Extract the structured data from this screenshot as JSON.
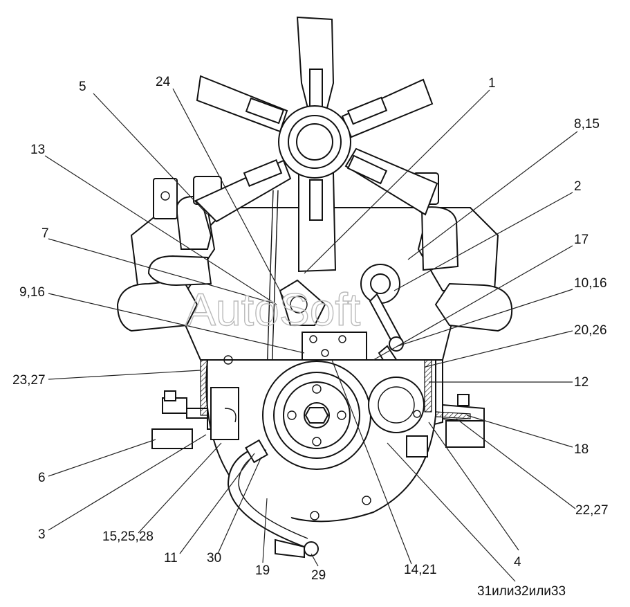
{
  "watermark": "AutoSoft",
  "callouts": [
    {
      "id": "c1",
      "text": "1"
    },
    {
      "id": "c5",
      "text": "5"
    },
    {
      "id": "c24",
      "text": "24"
    },
    {
      "id": "c13",
      "text": "13"
    },
    {
      "id": "c815",
      "text": "8,15"
    },
    {
      "id": "c2",
      "text": "2"
    },
    {
      "id": "c7",
      "text": "7"
    },
    {
      "id": "c17",
      "text": "17"
    },
    {
      "id": "c916",
      "text": "9,16"
    },
    {
      "id": "c1016",
      "text": "10,16"
    },
    {
      "id": "c2026",
      "text": "20,26"
    },
    {
      "id": "c2327",
      "text": "23,27"
    },
    {
      "id": "c12",
      "text": "12"
    },
    {
      "id": "c18",
      "text": "18"
    },
    {
      "id": "c6",
      "text": "6"
    },
    {
      "id": "c2227",
      "text": "22,27"
    },
    {
      "id": "c3",
      "text": "3"
    },
    {
      "id": "c152528",
      "text": "15,25,28"
    },
    {
      "id": "c11",
      "text": "11"
    },
    {
      "id": "c30",
      "text": "30"
    },
    {
      "id": "c19",
      "text": "19"
    },
    {
      "id": "c29",
      "text": "29"
    },
    {
      "id": "c1421",
      "text": "14,21"
    },
    {
      "id": "c4",
      "text": "4"
    },
    {
      "id": "c313233",
      "text": "31или32или33"
    }
  ]
}
